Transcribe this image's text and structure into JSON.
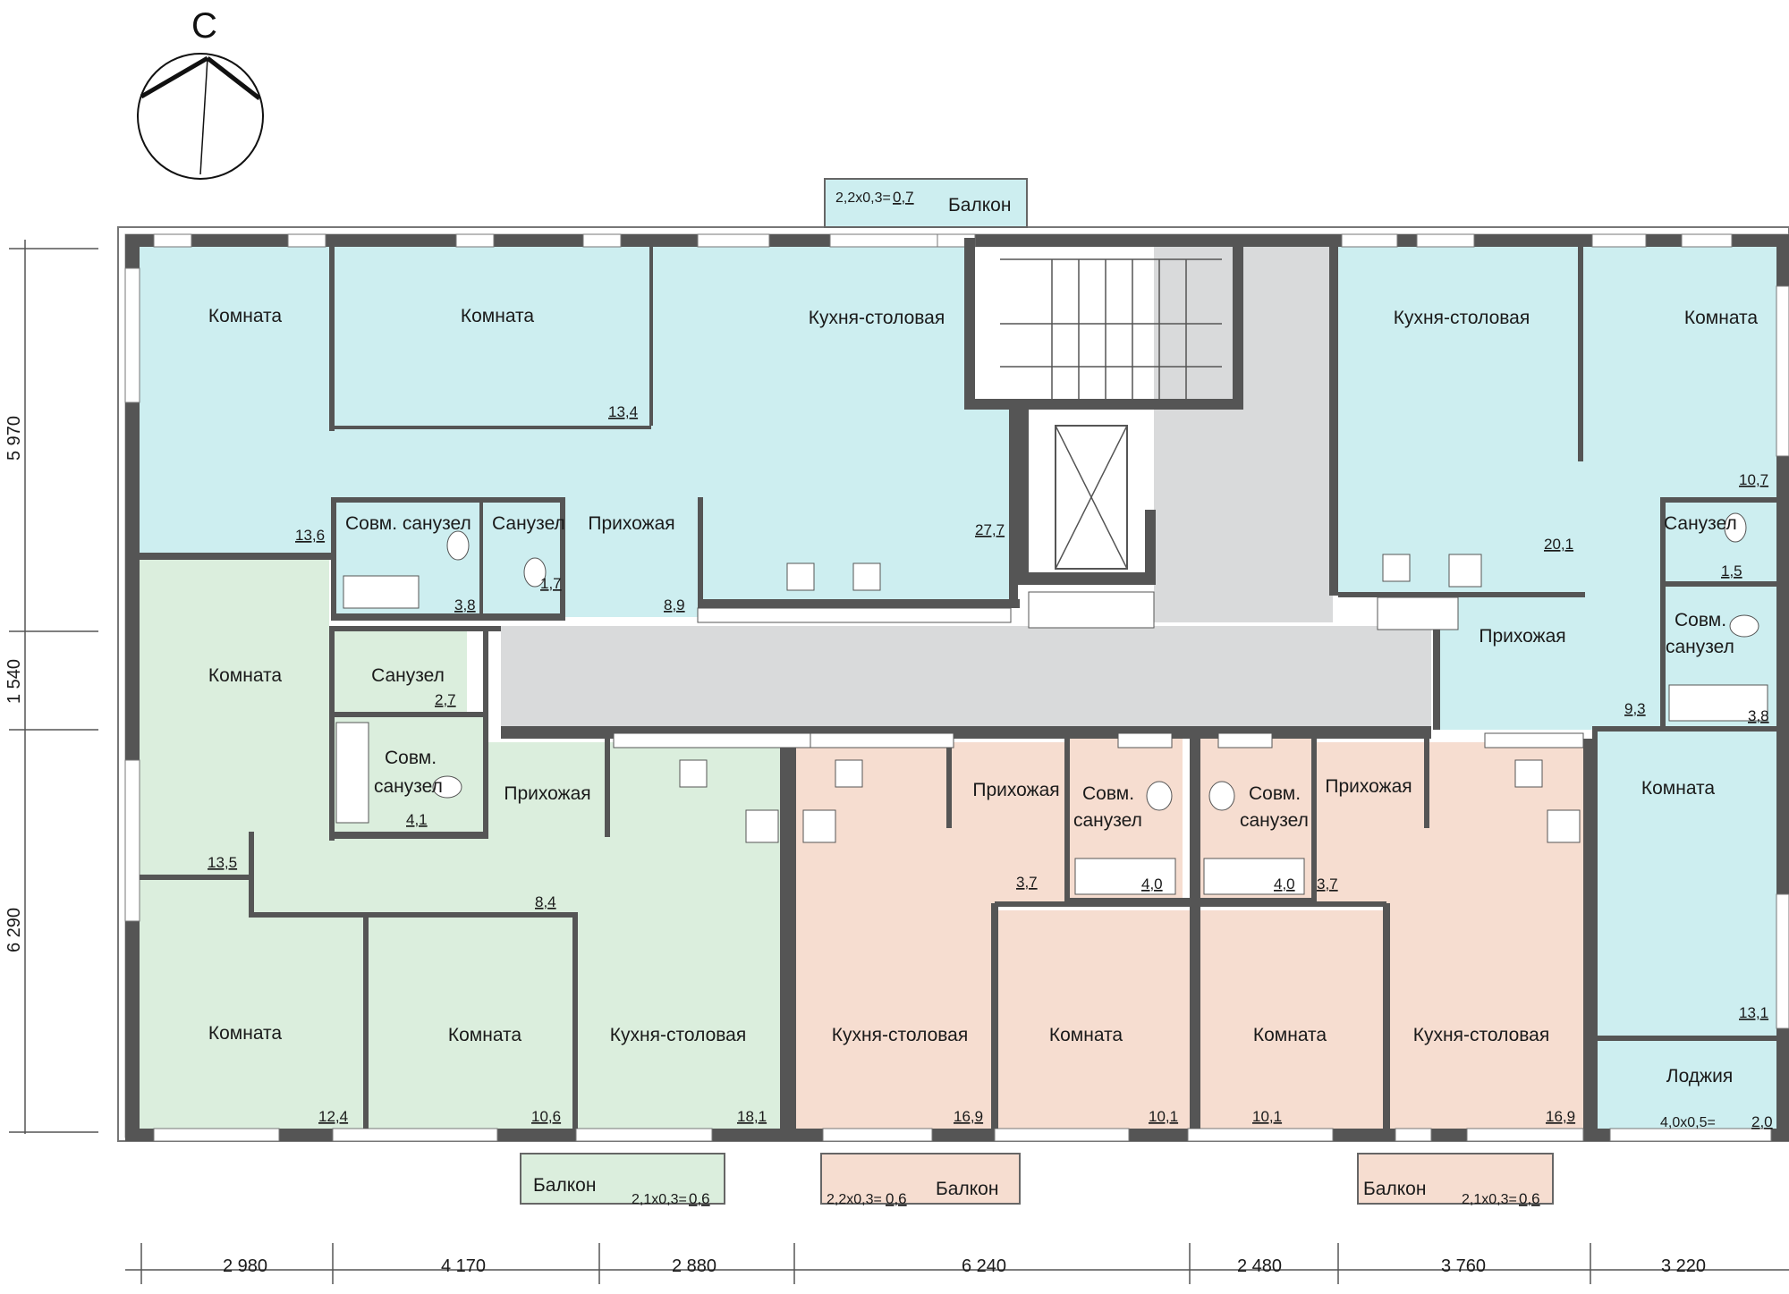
{
  "compass": {
    "label": "С"
  },
  "colors": {
    "blue": "#cdeef0",
    "green": "#dbeedd",
    "peach": "#f6ddd0",
    "corridor": "#d9dadb",
    "wall": "#555555"
  },
  "rooms": {
    "r1": {
      "name": "Комната",
      "area": "13,6"
    },
    "r2": {
      "name": "Комната",
      "area": "13,4"
    },
    "r3": {
      "name": "Кухня-столовая",
      "area": "27,7"
    },
    "r4": {
      "name": "Совм. санузел",
      "area": "3,8"
    },
    "r5": {
      "name": "Санузел",
      "area": "1,7"
    },
    "r6": {
      "name": "Прихожая",
      "area": "8,9"
    },
    "r7": {
      "name": "Кухня-столовая",
      "area": "20,1"
    },
    "r8": {
      "name": "Комната",
      "area": "10,7"
    },
    "r9": {
      "name": "Санузел",
      "area": "1,5"
    },
    "r10": {
      "name_line1": "Совм.",
      "name_line2": "санузел",
      "area": "3,8"
    },
    "r11": {
      "name": "Прихожая",
      "area": "9,3"
    },
    "r12": {
      "name": "Комната",
      "area": "13,5"
    },
    "r13": {
      "name": "Санузел",
      "area": "2,7"
    },
    "r14": {
      "name_line1": "Совм.",
      "name_line2": "санузел",
      "area": "4,1"
    },
    "r15": {
      "name": "Прихожая",
      "area": "8,4"
    },
    "r16": {
      "name": "Комната",
      "area": "12,4"
    },
    "r17": {
      "name": "Комната",
      "area": "10,6"
    },
    "r18": {
      "name": "Кухня-столовая",
      "area": "18,1"
    },
    "r19": {
      "name": "Кухня-столовая",
      "area": "16,9"
    },
    "r20": {
      "name": "Прихожая",
      "area": "3,7"
    },
    "r21": {
      "name_line1": "Совм.",
      "name_line2": "санузел",
      "area": "4,0"
    },
    "r22": {
      "name": "Комната",
      "area": "10,1"
    },
    "r23": {
      "name_line1": "Совм.",
      "name_line2": "санузел",
      "area": "4,0"
    },
    "r24": {
      "name": "Прихожая",
      "area": "3,7"
    },
    "r25": {
      "name": "Комната",
      "area": "10,1"
    },
    "r26": {
      "name": "Кухня-столовая",
      "area": "16,9"
    },
    "r27": {
      "name": "Комната",
      "area": "13,1"
    },
    "r28": {
      "name": "Лоджия",
      "formula": "4,0x0,5=",
      "area": "2,0"
    }
  },
  "balconies": {
    "b_top": {
      "name": "Балкон",
      "formula": "2,2x0,3=",
      "area": "0,7"
    },
    "b_left": {
      "name": "Балкон",
      "formula": "2,1x0,3=",
      "area": "0,6"
    },
    "b_mid": {
      "name": "Балкон",
      "formula": "2,2x0,3=",
      "area": "0,6"
    },
    "b_right": {
      "name": "Балкон",
      "formula": "2,1x0,3=",
      "area": "0,6"
    }
  },
  "dimensions": {
    "left": [
      "5 970",
      "1 540",
      "6 290"
    ],
    "bottom": [
      "2 980",
      "4 170",
      "2 880",
      "6 240",
      "2 480",
      "3 760",
      "3 220"
    ]
  }
}
